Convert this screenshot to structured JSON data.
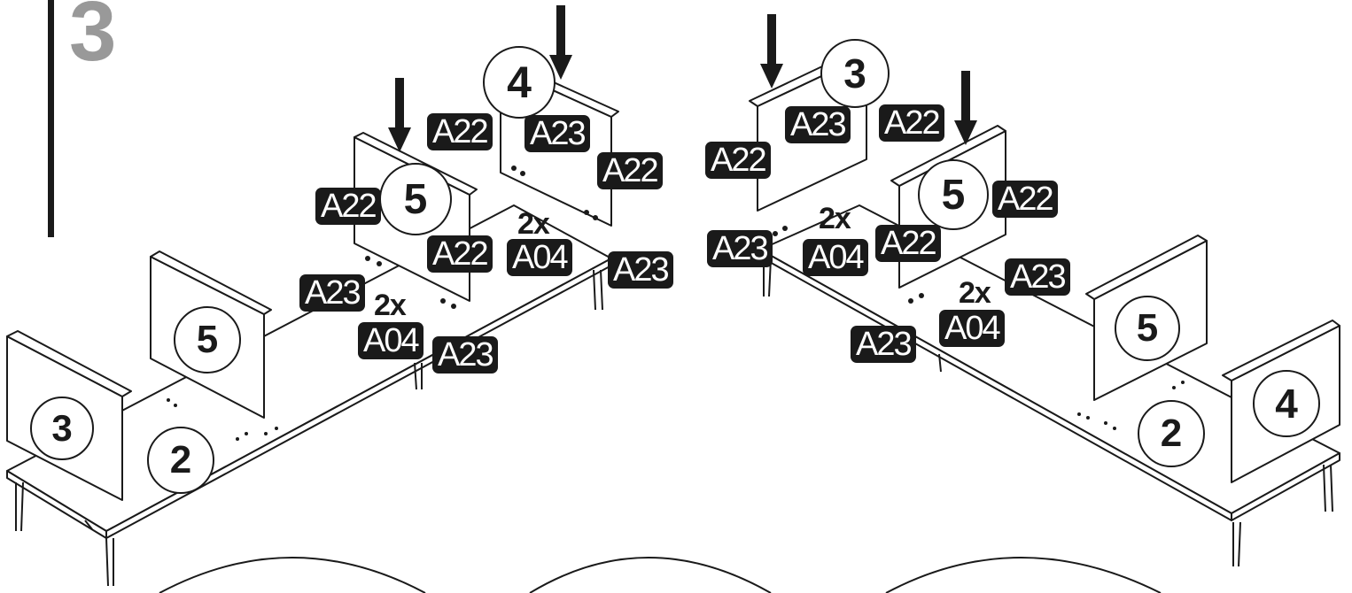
{
  "step": {
    "number": "3"
  },
  "left": {
    "panels": [
      "3",
      "2",
      "5"
    ],
    "upper_panels": [
      "5",
      "4"
    ],
    "labels": [
      "A22",
      "A23",
      "A22",
      "A22",
      "A22",
      "A23",
      "A23",
      "A23"
    ],
    "hardware": [
      {
        "qty": "2x",
        "part": "A04"
      },
      {
        "qty": "2x",
        "part": "A04"
      }
    ]
  },
  "right": {
    "panels": [
      "5",
      "2",
      "4"
    ],
    "upper_panels": [
      "3",
      "5"
    ],
    "labels": [
      "A23",
      "A22",
      "A22",
      "A23",
      "A22",
      "A22",
      "A23",
      "A23"
    ],
    "hardware": [
      {
        "qty": "2x",
        "part": "A04"
      },
      {
        "qty": "2x",
        "part": "A04"
      }
    ]
  },
  "colors": {
    "ink": "#1a1a1a",
    "step_number": "#999999",
    "label_bg": "#1a1a1a",
    "label_text": "#ffffff"
  }
}
